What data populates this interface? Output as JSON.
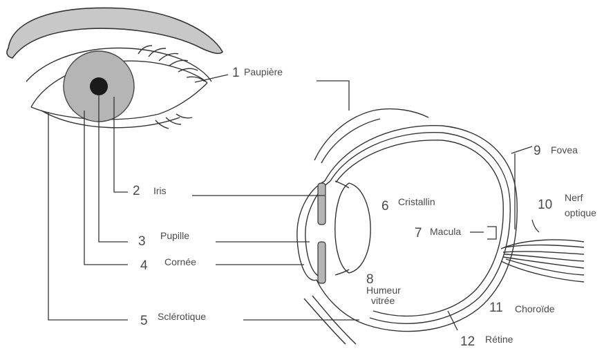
{
  "labels": {
    "paupiere": {
      "num": "1",
      "text": "Paupière"
    },
    "iris": {
      "num": "2",
      "text": "Iris"
    },
    "pupille": {
      "num": "3",
      "text": "Pupille"
    },
    "cornee": {
      "num": "4",
      "text": "Cornée"
    },
    "sclerotique": {
      "num": "5",
      "text": "Sclérotique"
    },
    "cristallin": {
      "num": "6",
      "text": "Cristallin"
    },
    "macula": {
      "num": "7",
      "text": "Macula"
    },
    "humeur": {
      "num": "8",
      "text": "Humeur",
      "text2": "vitrée"
    },
    "fovea": {
      "num": "9",
      "text": "Fovea"
    },
    "nerf": {
      "num": "10",
      "text": "Nerf",
      "text2": "optique"
    },
    "choroide": {
      "num": "11",
      "text": "Choroïde"
    },
    "retine": {
      "num": "12",
      "text": "Rétine"
    }
  },
  "colors": {
    "iris": "#b5b5b5",
    "pupil": "#1a1a1a",
    "ink": "#333333"
  }
}
